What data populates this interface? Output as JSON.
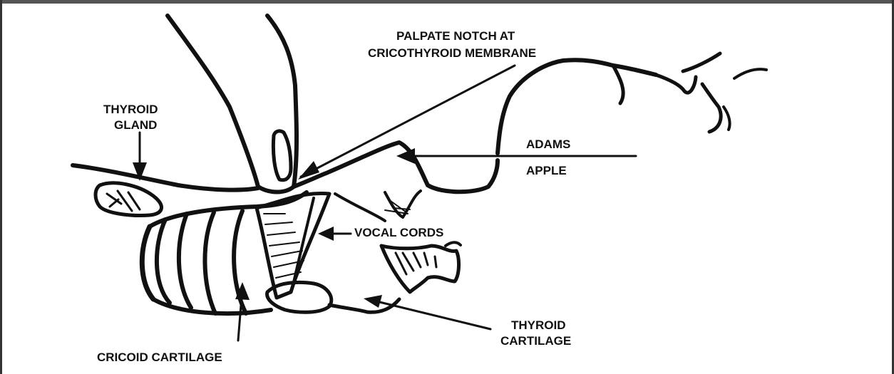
{
  "labels": {
    "palpate_line1": "PALPATE NOTCH AT",
    "palpate_line2": "CRICOTHYROID MEMBRANE",
    "thyroid_gland_line1": "THYROID",
    "thyroid_gland_line2": "GLAND",
    "adams": "ADAMS",
    "apple": "APPLE",
    "vocal_cords": "VOCAL CORDS",
    "thyroid_cartilage_line1": "THYROID",
    "thyroid_cartilage_line2": "CARTILAGE",
    "cricoid_cartilage": "CRICOID CARTILAGE"
  },
  "colors": {
    "ink": "#111111",
    "frame_top": "#555555",
    "background": "#ffffff"
  }
}
